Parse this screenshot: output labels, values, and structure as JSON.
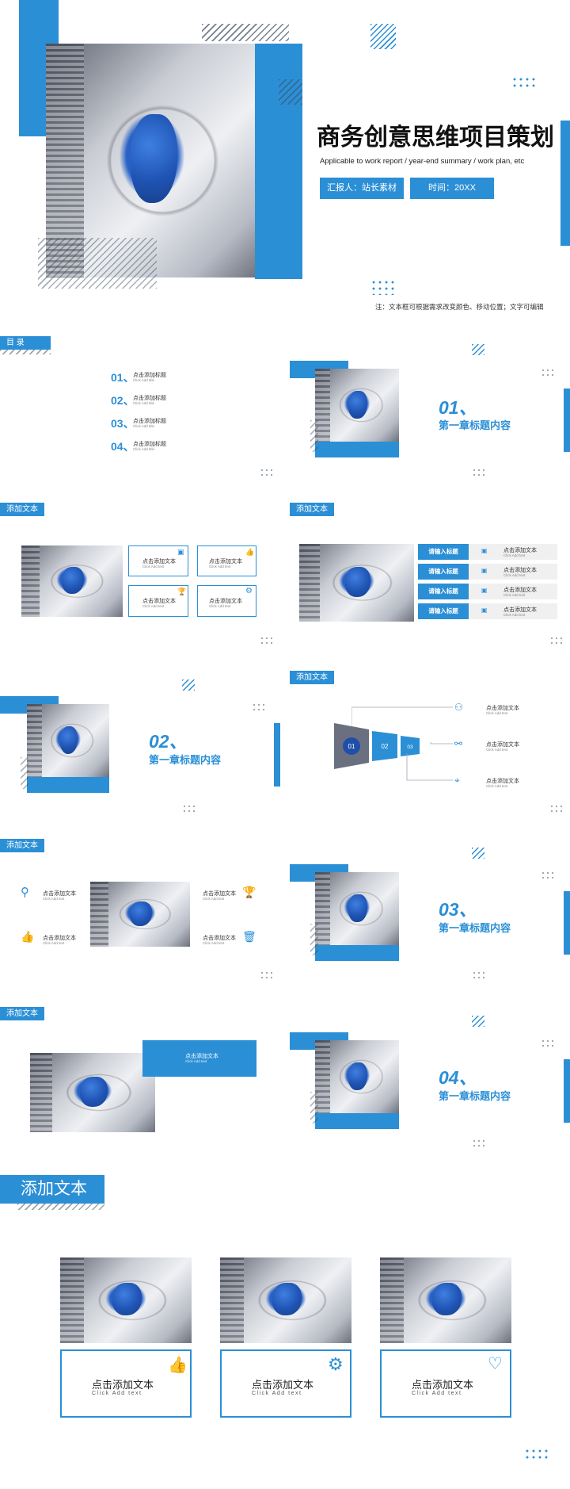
{
  "cover": {
    "title": "商务创意思维项目策划",
    "subtitle": "Applicable to work report / year-end summary / work plan, etc",
    "reporter": "汇报人：站长素材",
    "time": "时间：20XX",
    "note": "注：文本框可根据需求改变颜色、移动位置；文字可编辑"
  },
  "toc": {
    "label": "目 录",
    "items": [
      {
        "num": "01、",
        "title": "点击添加标题",
        "sub": "Click Add title"
      },
      {
        "num": "02、",
        "title": "点击添加标题",
        "sub": "Click Add title"
      },
      {
        "num": "03、",
        "title": "点击添加标题",
        "sub": "Click Add title"
      },
      {
        "num": "04、",
        "title": "点击添加标题",
        "sub": "Click Add title"
      }
    ]
  },
  "chapters": [
    {
      "num": "01、",
      "title": "第一章标题内容"
    },
    {
      "num": "02、",
      "title": "第一章标题内容"
    },
    {
      "num": "03、",
      "title": "第一章标题内容"
    },
    {
      "num": "04、",
      "title": "第一章标题内容"
    }
  ],
  "slides": {
    "add_text": "添加文本",
    "add_text_item": "点击添加文本",
    "add_text_sub": "Click Add text",
    "input_title": "请输入标题",
    "funnel": [
      "01",
      "02",
      "03"
    ]
  },
  "icons": {
    "accent": "#2b8fd6"
  }
}
